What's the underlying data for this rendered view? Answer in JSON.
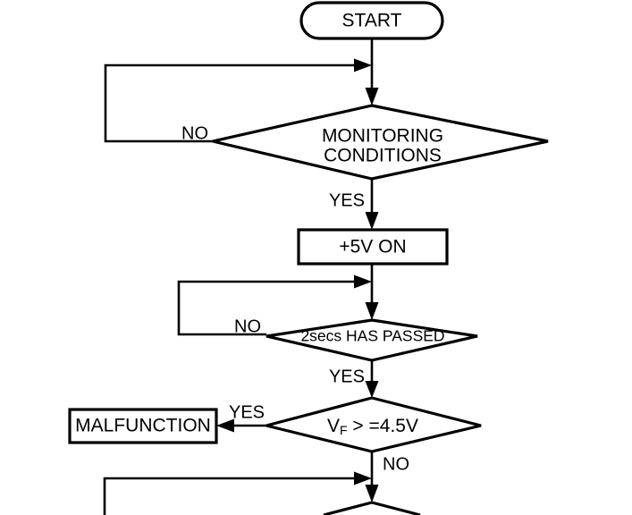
{
  "diagram": {
    "type": "flowchart",
    "title_text": "START",
    "orientation": "top-to-bottom",
    "background_color": "#ffffff",
    "line_color": "#000000",
    "nodes": {
      "start": {
        "label": "START",
        "shape": "terminator-rounded"
      },
      "monitoring": {
        "label_line1": "MONITORING",
        "label_line2": "CONDITIONS",
        "shape": "decision-diamond"
      },
      "five_volt": {
        "label": "+5V ON",
        "shape": "process-rectangle"
      },
      "two_secs": {
        "label": "2secs HAS PASSED",
        "shape": "decision-diamond"
      },
      "vf_check": {
        "label_prefix": "V",
        "label_subscript": "F",
        "label_suffix": " > =4.5V",
        "shape": "decision-diamond"
      },
      "malfunction": {
        "label": "MALFUNCTION",
        "shape": "process-rectangle"
      },
      "next_decision": {
        "label": "",
        "shape": "decision-diamond-partial"
      }
    },
    "branch_labels": {
      "monitoring_no": "NO",
      "monitoring_yes": "YES",
      "two_secs_no": "NO",
      "two_secs_yes": "YES",
      "vf_yes": "YES",
      "vf_no": "NO"
    }
  }
}
